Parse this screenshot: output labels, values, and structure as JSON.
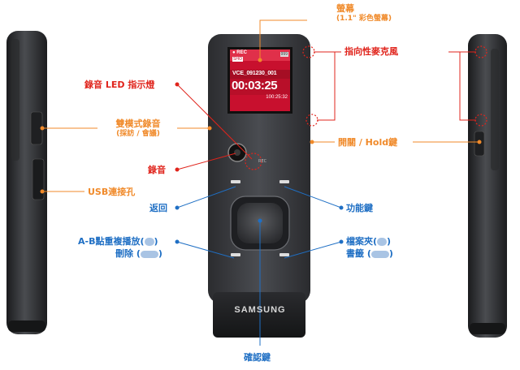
{
  "labels": {
    "screen": "螢幕",
    "screen_size": "(1.1\" 彩色螢幕)",
    "directional_mic": "指向性麥克風",
    "rec_led": "錄音 LED 指示燈",
    "dual_mode": "雙模式錄音",
    "dual_mode_sub": "(採訪 / 會議)",
    "power_hold": "開關 / Hold鍵",
    "record": "錄音",
    "usb_port": "USB連接孔",
    "back": "返回",
    "function_key": "功能鍵",
    "ab_repeat_prefix": "A-B點重複播放(",
    "ab_repeat_suffix": ")",
    "delete_prefix": "刪除 (",
    "delete_suffix": ")",
    "folder_prefix": "檔案夾(",
    "folder_suffix": ")",
    "bookmark_prefix": "書籤 (",
    "bookmark_suffix": ")",
    "confirm": "確認鍵"
  },
  "device": {
    "brand": "SAMSUNG",
    "screen": {
      "status_rec": "● REC",
      "battery_badge": "999",
      "mode_badge": "SHO",
      "filename": "VCE_091230_001",
      "time": "00:03:25",
      "total": "100:25:32"
    },
    "rec_button_label": "REC"
  },
  "colors": {
    "orange": "#f08a2a",
    "red": "#e0241c",
    "blue": "#1f6fc4",
    "device_body": "#3a3c40",
    "screen_bg": "#c8102e"
  }
}
